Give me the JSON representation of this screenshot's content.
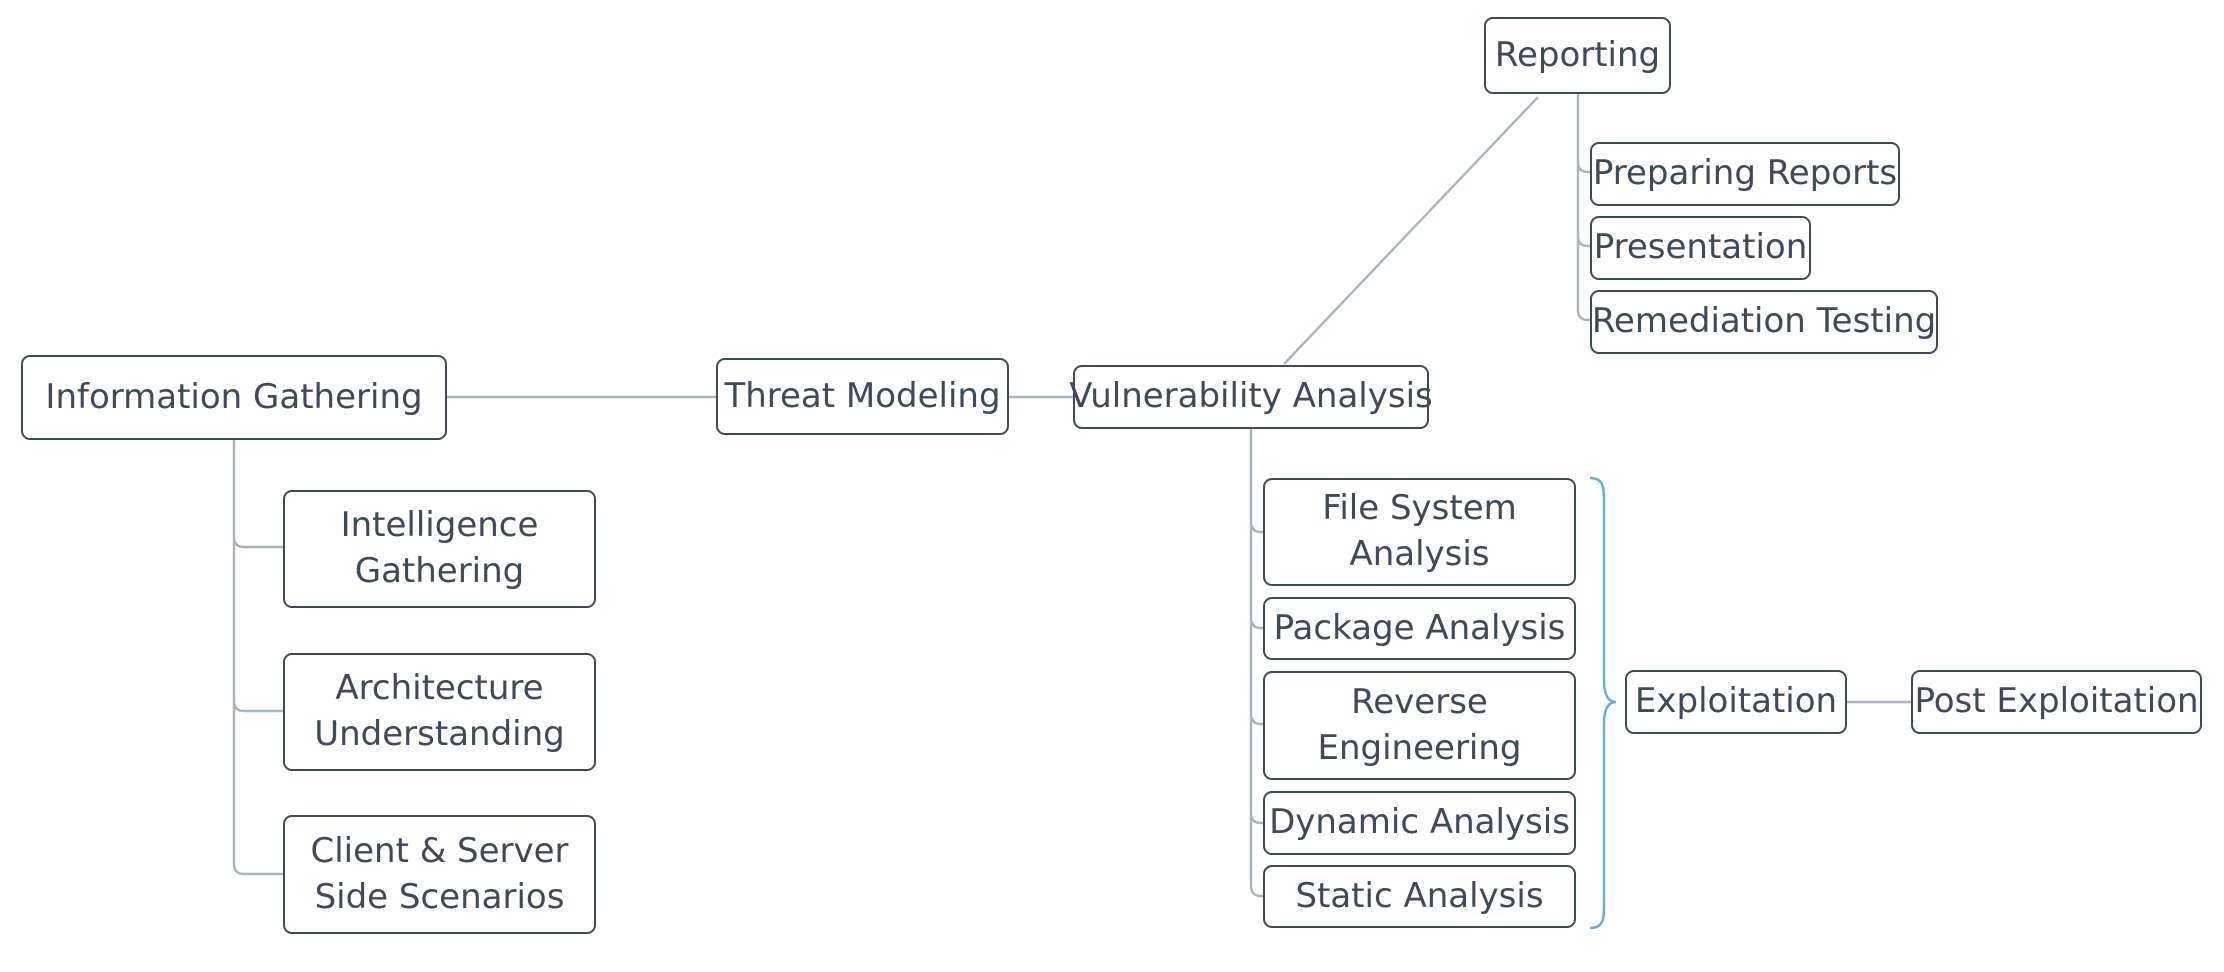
{
  "diagram": {
    "information_gathering": "Information Gathering",
    "intelligence_gathering": [
      "Intelligence",
      "Gathering"
    ],
    "architecture_understanding": [
      "Architecture",
      "Understanding"
    ],
    "client_server": [
      "Client & Server",
      "Side Scenarios"
    ],
    "threat_modeling": "Threat Modeling",
    "vulnerability_analysis": "Vulnerability Analysis",
    "reporting": "Reporting",
    "preparing_reports": "Preparing Reports",
    "presentation": "Presentation",
    "remediation_testing": "Remediation Testing",
    "file_system_analysis": [
      "File System",
      "Analysis"
    ],
    "package_analysis": "Package Analysis",
    "reverse_engineering": [
      "Reverse",
      "Engineering"
    ],
    "dynamic_analysis": "Dynamic Analysis",
    "static_analysis": "Static Analysis",
    "exploitation": "Exploitation",
    "post_exploitation": "Post Exploitation"
  },
  "colors": {
    "node_border": "#3d4a5d",
    "node_text": "#3d4a5d",
    "connector": "#a7b4c4",
    "bracket": "#5fb0d8"
  }
}
